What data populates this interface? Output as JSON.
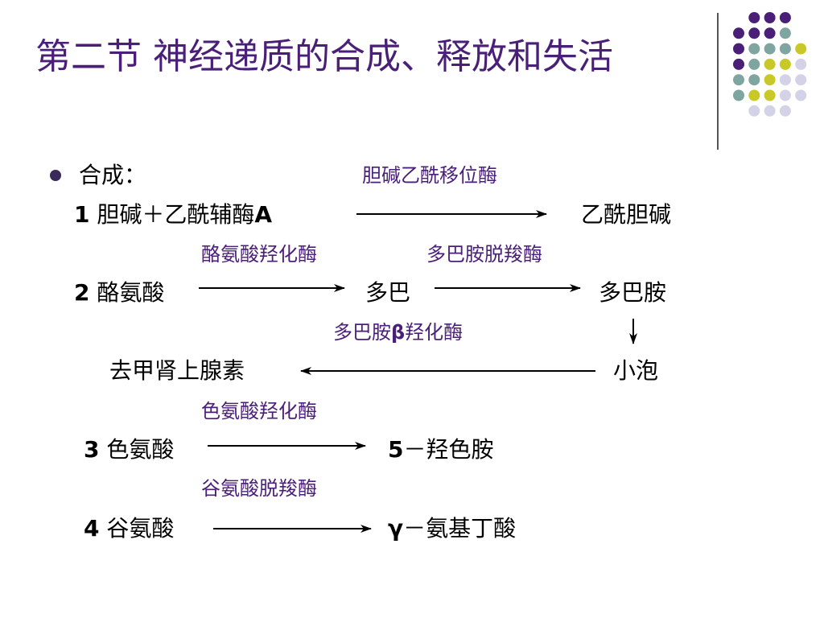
{
  "slide": {
    "title": "第二节 神经递质的合成、释放和失活",
    "colors": {
      "title": "#4a1f78",
      "enzyme": "#4a1f78",
      "dot_purple": "#4a1f78",
      "dot_teal": "#7fa5a0",
      "dot_yellow": "#c8c828",
      "dot_lavender": "#d4d2e6"
    },
    "section_label": "合成：",
    "steps": [
      {
        "num": "1",
        "enzymes": [
          "胆碱乙酰移位酶"
        ],
        "substrate": "胆碱＋乙酰辅酶",
        "substrate_suffix": "A",
        "product": "乙酰胆碱"
      },
      {
        "num": "2",
        "enzymes": [
          "酪氨酸羟化酶",
          "多巴胺脱羧酶"
        ],
        "substrate": "酪氨酸",
        "intermediate": "多巴",
        "product": "多巴胺",
        "branch_enzyme": "多巴胺",
        "branch_enzyme_greek": "β",
        "branch_enzyme_suffix": "羟化酶",
        "branch_source": "小泡",
        "branch_product": "去甲肾上腺素"
      },
      {
        "num": "3",
        "enzymes": [
          "色氨酸羟化酶"
        ],
        "substrate": "色氨酸",
        "product_prefix": "5",
        "product": "－羟色胺"
      },
      {
        "num": "4",
        "enzymes": [
          "谷氨酸脱羧酶"
        ],
        "substrate": "谷氨酸",
        "product_prefix": "γ",
        "product": "－氨基丁酸"
      }
    ]
  }
}
